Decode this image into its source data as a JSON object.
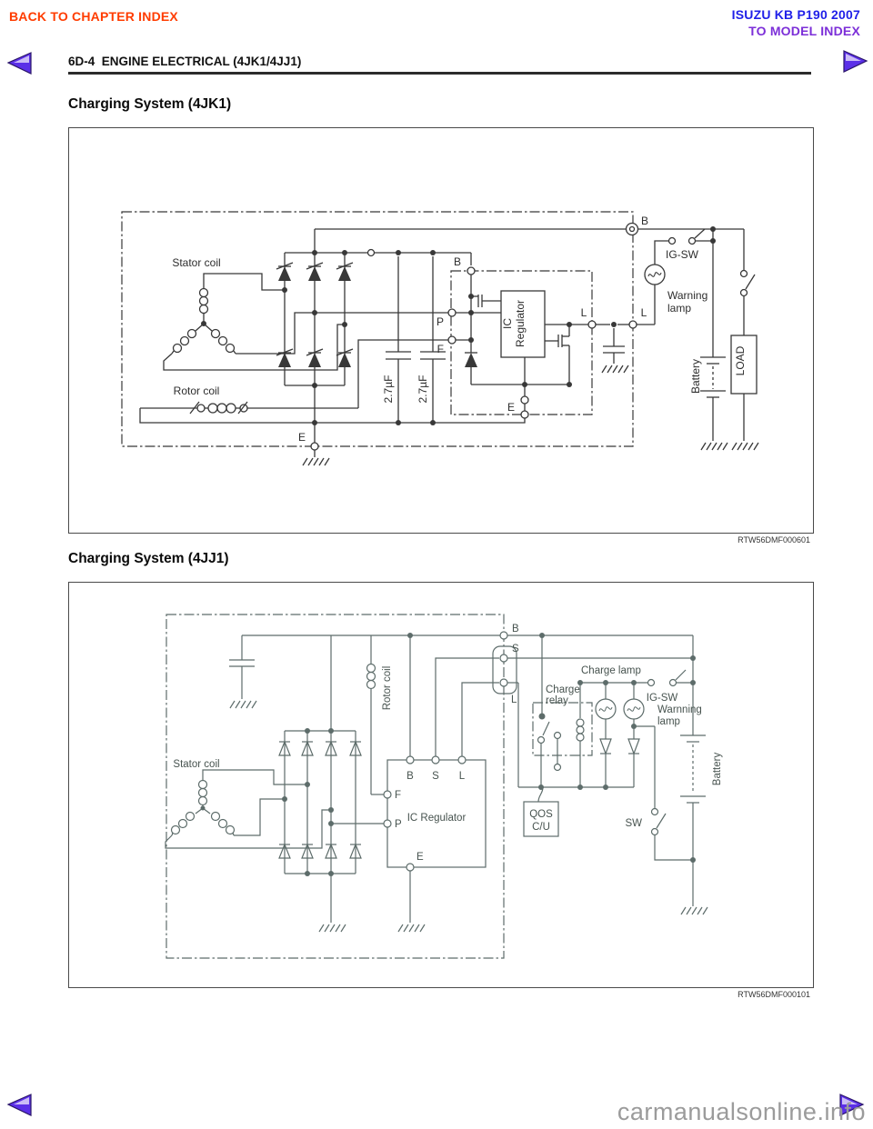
{
  "header": {
    "back_link": "BACK TO CHAPTER INDEX",
    "brand": "ISUZU KB P190 2007",
    "model_index_link": "TO MODEL INDEX",
    "section_title": "6D-4  ENGINE ELECTRICAL (4JK1/4JJ1)"
  },
  "colors": {
    "back_link": "#ff3c00",
    "brand_blue": "#1f1fe8",
    "model_purple": "#7c2fd8",
    "arrow_purple": "#5b2fe8",
    "diagram1_ink": "#383838",
    "diagram2_ink": "#5d6c6a",
    "watermark_gray": "#9b9b9b"
  },
  "figure1": {
    "title": "Charging System (4JK1)",
    "ref": "RTW56DMF000601",
    "labels": {
      "stator_coil": "Stator coil",
      "rotor_coil": "Rotor coil",
      "b_terminal": "B",
      "b_inner": "B",
      "p": "P",
      "f": "F",
      "l_inner": "L",
      "l_outer": "L",
      "e_inner": "E",
      "e_main": "E",
      "cap1": "2.7µF",
      "cap2": "2.7µF",
      "ic_line1": "IC",
      "ic_line2": "Regulator",
      "ig_sw": "IG-SW",
      "warning_line1": "Warning",
      "warning_line2": "lamp",
      "battery": "Battery",
      "load": "LOAD"
    }
  },
  "figure2": {
    "title": "Charging System (4JJ1)",
    "ref": "RTW56DMF000101",
    "labels": {
      "stator_coil": "Stator coil",
      "rotor_coil": "Rotor coil",
      "b_terminal": "B",
      "s_terminal": "S",
      "l_terminal": "L",
      "reg_b": "B",
      "reg_s": "S",
      "reg_l": "L",
      "f": "F",
      "p": "P",
      "e": "E",
      "ic_regulator": "IC Regulator",
      "charge_relay_line1": "Charge",
      "charge_relay_line2": "relay",
      "charge_lamp": "Charge lamp",
      "ig_sw": "IG-SW",
      "warning_line1": "Warnning",
      "warning_line2": "lamp",
      "qos_line1": "QOS",
      "qos_line2": "C/U",
      "sw": "SW",
      "battery": "Battery"
    }
  },
  "watermark": "carmanualsonline.info"
}
